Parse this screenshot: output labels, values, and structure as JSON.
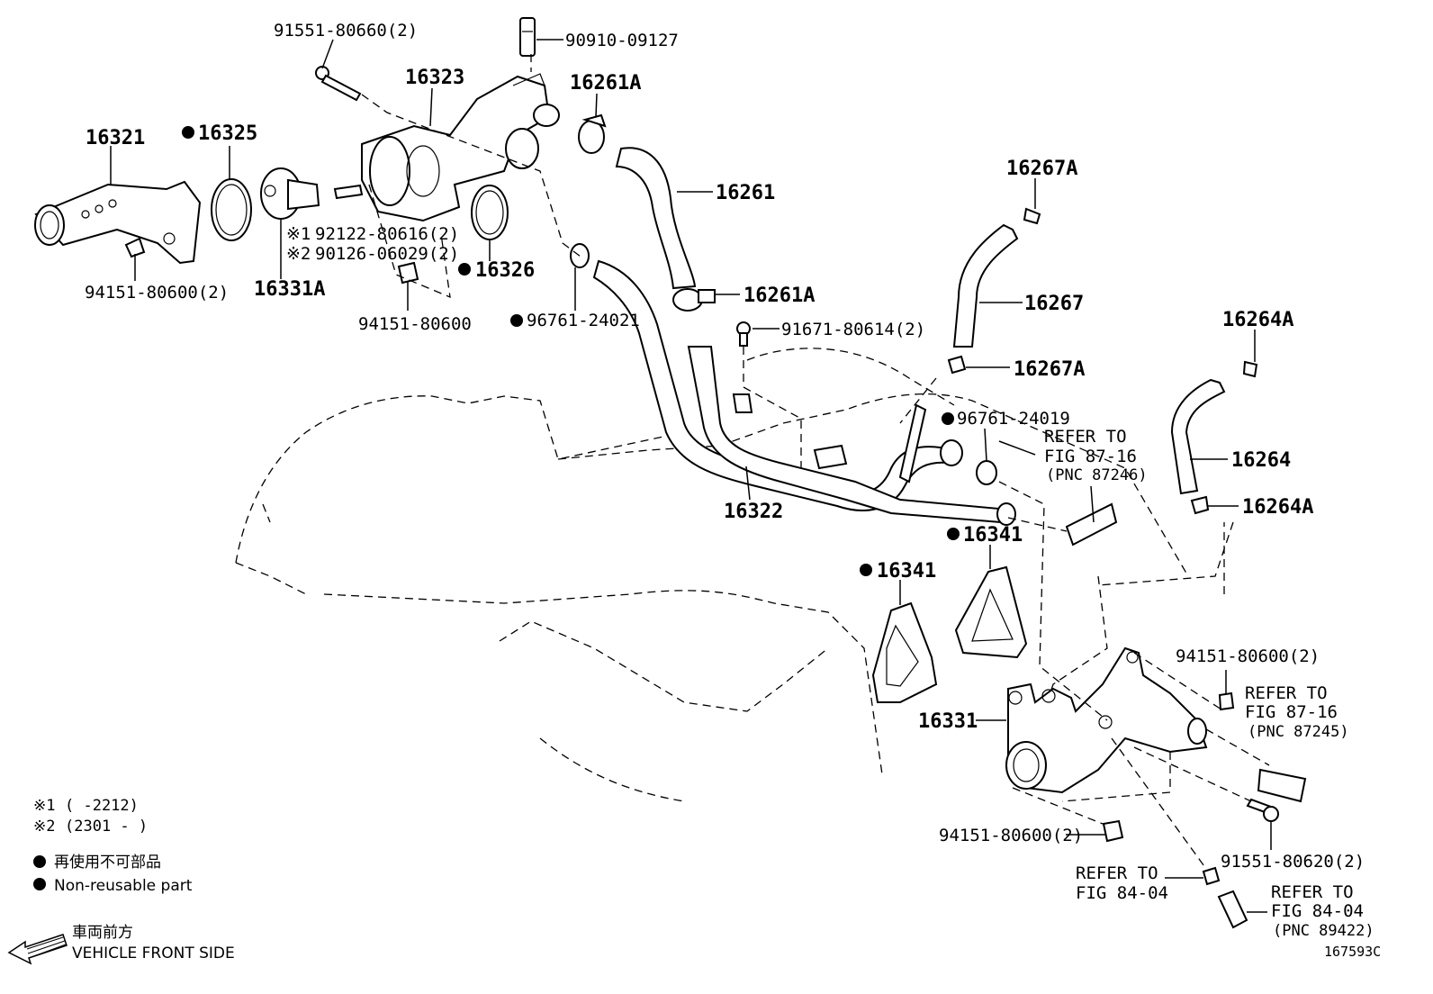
{
  "labels": {
    "p91551_80660": "91551-80660(2)",
    "p90910_09127": "90910-09127",
    "p16323": "16323",
    "p16261A_top": "16261A",
    "p16321": "16321",
    "p16325": "16325",
    "p16261": "16261",
    "p92122": "92122-80616(2)",
    "p90126": "90126-06029(2)",
    "m1": "※1",
    "m2": "※2",
    "p16326": "16326",
    "p94151_a": "94151-80600(2)",
    "p16331A": "16331A",
    "p94151_b": "94151-80600",
    "p96761_24021": "96761-24021",
    "p16261A_mid": "16261A",
    "p91671": "91671-80614(2)",
    "p16267A_top": "16267A",
    "p16267": "16267",
    "p16267A_bot": "16267A",
    "p16264A_top": "16264A",
    "p96761_24019": "96761-24019",
    "p16264": "16264",
    "p16264A_bot": "16264A",
    "p16322": "16322",
    "p16341_a": "16341",
    "p16341_b": "16341",
    "p94151_c": "94151-80600(2)",
    "p16331": "16331",
    "p94151_d": "94151-80600(2)",
    "p91551_80620": "91551-80620(2)"
  },
  "refs": {
    "r1": [
      "REFER TO",
      "FIG 87-16",
      "(PNC 87246)"
    ],
    "r2": [
      "REFER TO",
      "FIG 87-16",
      "(PNC 87245)"
    ],
    "r3": [
      "REFER TO",
      "FIG 84-04"
    ],
    "r4": [
      "REFER TO",
      "FIG 84-04",
      "(PNC 89422)"
    ]
  },
  "legend": {
    "note1_mark": "※1",
    "note1_range": "(        -2212)",
    "note2_mark": "※2",
    "note2_range": "(2301 -        )",
    "nonreusable_jp": "再使用不可部品",
    "nonreusable_en": "Non-reusable part",
    "front_jp": "車両前方",
    "front_en": "VEHICLE FRONT SIDE"
  },
  "figure_code": "167593C",
  "icons": [
    "non-reusable-dot",
    "front-arrow"
  ]
}
